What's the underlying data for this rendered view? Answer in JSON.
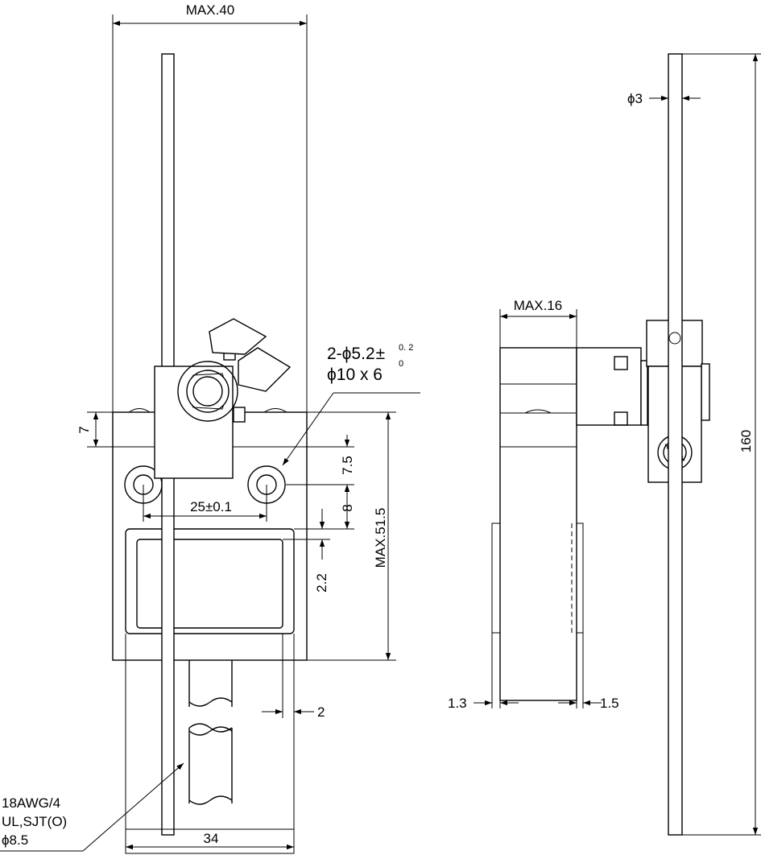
{
  "dimensions": {
    "max_width": "MAX.40",
    "seven": "7",
    "seven_five": "7.5",
    "eight": "8",
    "spacing": "25±0.1",
    "max_height": "MAX.51.5",
    "two_two": "2.2",
    "two": "2",
    "thirty_four": "34",
    "max_depth": "MAX.16",
    "one_three": "1.3",
    "one_five": "1.5",
    "phi_three": "ϕ3",
    "one_sixty": "160"
  },
  "hole_callout": {
    "prefix": "2-ϕ5.2",
    "pm": "±",
    "tol_upper": "0. 2",
    "tol_lower": "0",
    "counterbore": "ϕ10 x 6"
  },
  "cable_callout": {
    "line1": "18AWG/4",
    "line2": "UL,SJT(O)",
    "line3": "ϕ8.5"
  }
}
